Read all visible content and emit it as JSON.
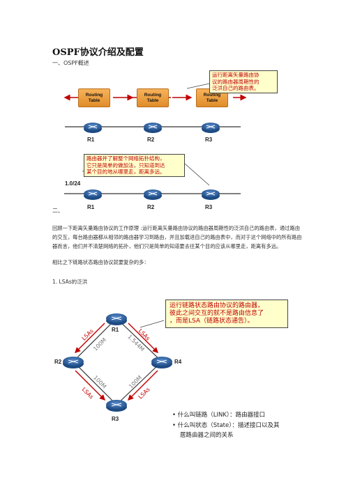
{
  "title": "OSPF协议介绍及配置",
  "section1": "一、OSPF概述",
  "section2": "二、",
  "diagram1": {
    "table_label_1": "Routing",
    "table_label_2": "Table",
    "routers": [
      "R1",
      "R2",
      "R3"
    ],
    "note": [
      "运行距离矢量路由协",
      "议的路由器周期性的",
      "泛洪自己的路由表。"
    ]
  },
  "diagram2": {
    "network": "1.0/24",
    "routers": [
      "R1",
      "R2",
      "R3"
    ],
    "note": [
      "路由器并了解整个网络拓扑结构，",
      "它只是简单的做加法，只知道到达",
      "某个目的地从哪里走，距离多远。"
    ]
  },
  "paragraph": "回顾一下距离矢量路由协议的工作原理 :运行距离矢量路由协议的路由器周期性的泛洪自己的路由表，通过路由的交互，每台路由器都从相邻的路由器学习到路由，并且加载进自己的路由表中，而对于这个网络中的所有路由器而言，他们并不清楚网络的拓扑，他们只是简单的知道要去往某个目的应该从哪里走，距离有多远。",
  "paragraph2": "相比之下链路状态路由协议就要复杂的多：",
  "subheading": "1. LSAs的泛洪",
  "diagram3": {
    "routers": [
      "R1",
      "R2",
      "R4",
      "R3"
    ],
    "lsa_label": "LSAs",
    "link_labels": [
      "100M",
      "1.544M",
      "100M",
      "100M"
    ],
    "note": [
      "运行链路状态路由协议的路由器，",
      "彼此之间交互的就不是路由信息了",
      "，而是LSA（链路状态通告）。"
    ]
  },
  "bullets": [
    "什么叫链路（LINK）：路由器接口",
    "什么叫状态（State）：描述接口以及其",
    "居路由器之间的关系"
  ],
  "colors": {
    "note_bg": "#ffffcc",
    "note_text": "#c00000",
    "table_fill": "#f0a040",
    "router_fill": "#2e5f9a",
    "arrow_red": "#c00000"
  }
}
